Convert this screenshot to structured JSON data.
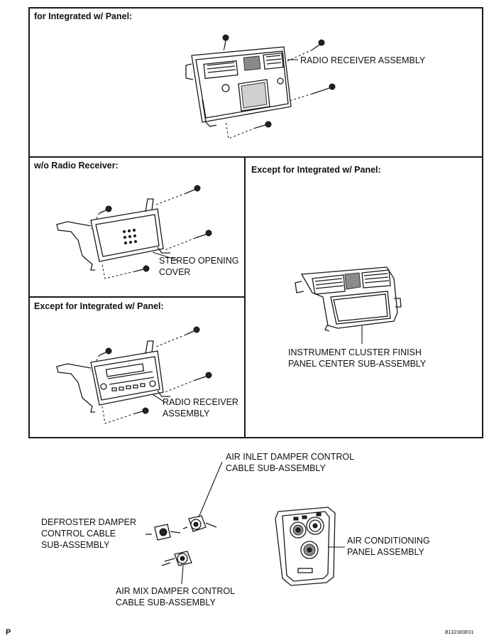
{
  "panels": {
    "integrated": {
      "title": "for Integrated w/ Panel:",
      "label": "RADIO RECEIVER ASSEMBLY"
    },
    "wo_radio": {
      "title": "w/o Radio Receiver:",
      "label_line1": "STEREO OPENING",
      "label_line2": "COVER"
    },
    "except_left": {
      "title": "Except for Integrated w/ Panel:",
      "label_line1": "RADIO RECEIVER",
      "label_line2": "ASSEMBLY"
    },
    "except_right": {
      "title": "Except for Integrated w/ Panel:",
      "label_line1": "INSTRUMENT CLUSTER FINISH",
      "label_line2": "PANEL CENTER SUB-ASSEMBLY"
    }
  },
  "bottom": {
    "air_inlet_line1": "AIR INLET DAMPER CONTROL",
    "air_inlet_line2": "CABLE SUB-ASSEMBLY",
    "defroster_line1": "DEFROSTER DAMPER",
    "defroster_line2": "CONTROL CABLE",
    "defroster_line3": "SUB-ASSEMBLY",
    "air_mix_line1": "AIR MIX DAMPER CONTROL",
    "air_mix_line2": "CABLE SUB-ASSEMBLY",
    "ac_panel_line1": "AIR CONDITIONING",
    "ac_panel_line2": "PANEL ASSEMBLY"
  },
  "footer": {
    "page_letter": "P",
    "figure_code": "B132383E01"
  }
}
